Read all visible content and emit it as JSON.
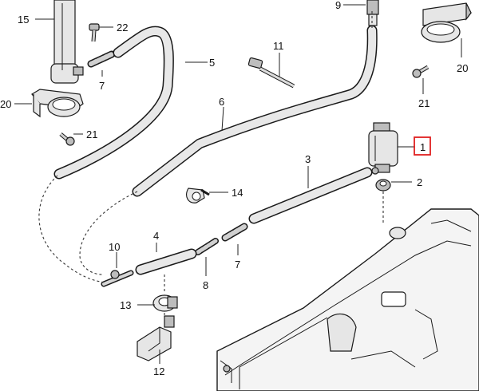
{
  "callouts": {
    "c1": "1",
    "c2": "2",
    "c3": "3",
    "c4": "4",
    "c5": "5",
    "c6": "6",
    "c7a": "7",
    "c7b": "7",
    "c8": "8",
    "c9": "9",
    "c10": "10",
    "c11": "11",
    "c12": "12",
    "c13": "13",
    "c14": "14",
    "c15": "15",
    "c20a": "20",
    "c20b": "20",
    "c21a": "21",
    "c21b": "21",
    "c22": "22"
  },
  "highlight": {
    "callout": "1",
    "color": "#e02020"
  }
}
